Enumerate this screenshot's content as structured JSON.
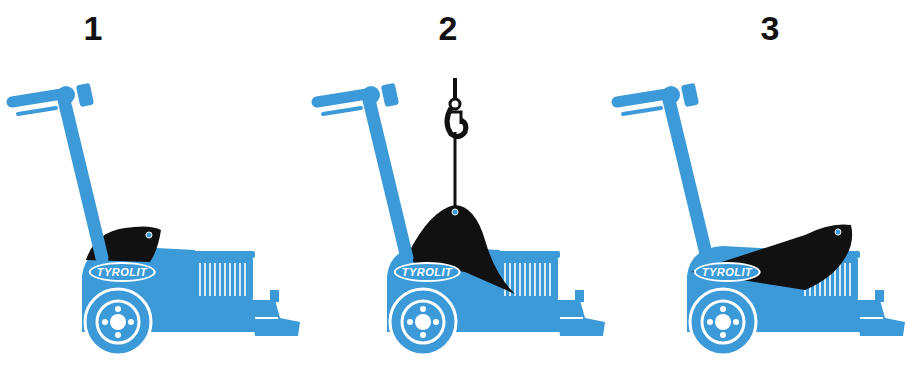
{
  "diagram": {
    "labels": [
      "1",
      "2",
      "3",
      "TYROLIT",
      "TYROLIT",
      "TYROLIT"
    ]
  }
}
